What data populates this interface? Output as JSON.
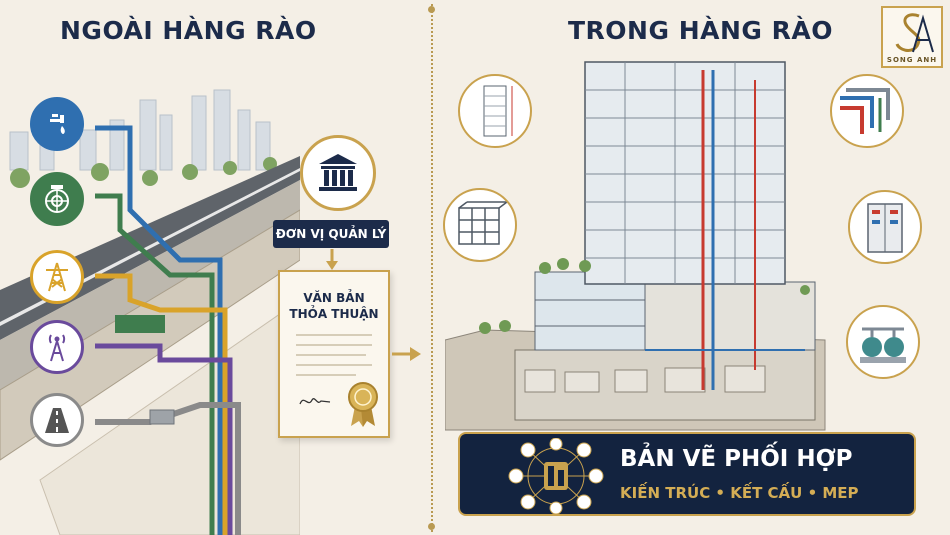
{
  "left_title": "NGOÀI HÀNG RÀO",
  "right_title": "TRONG HÀNG RÀO",
  "utilities": [
    {
      "icon": "water-tap-icon",
      "color": "#2f6fb0"
    },
    {
      "icon": "sewage-treatment-icon",
      "color": "#3f7d4e"
    },
    {
      "icon": "power-tower-icon",
      "color": "#d9a32a"
    },
    {
      "icon": "telecom-antenna-icon",
      "color": "#6a4a9c"
    },
    {
      "icon": "road-icon",
      "color": "#8a8a8a"
    }
  ],
  "authority": {
    "icon": "government-building-icon",
    "label": "ĐƠN VỊ QUẢN LÝ"
  },
  "document": {
    "title_line1": "VĂN BẢN",
    "title_line2": "THỎA THUẬN",
    "seal_icon": "award-seal-icon"
  },
  "detail_views": [
    "facade-drawing",
    "structural-frame",
    "pipework",
    "electrical-cabinet",
    "pump-station"
  ],
  "banner": {
    "title": "BẢN VẼ PHỐI HỢP",
    "subtitle": "KIẾN TRÚC • KẾT CẤU • MEP"
  },
  "logo": {
    "text": "SONG ANH"
  },
  "colors": {
    "navy": "#1c2b4a",
    "gold": "#c9a24e",
    "background": "#f4efe6"
  }
}
